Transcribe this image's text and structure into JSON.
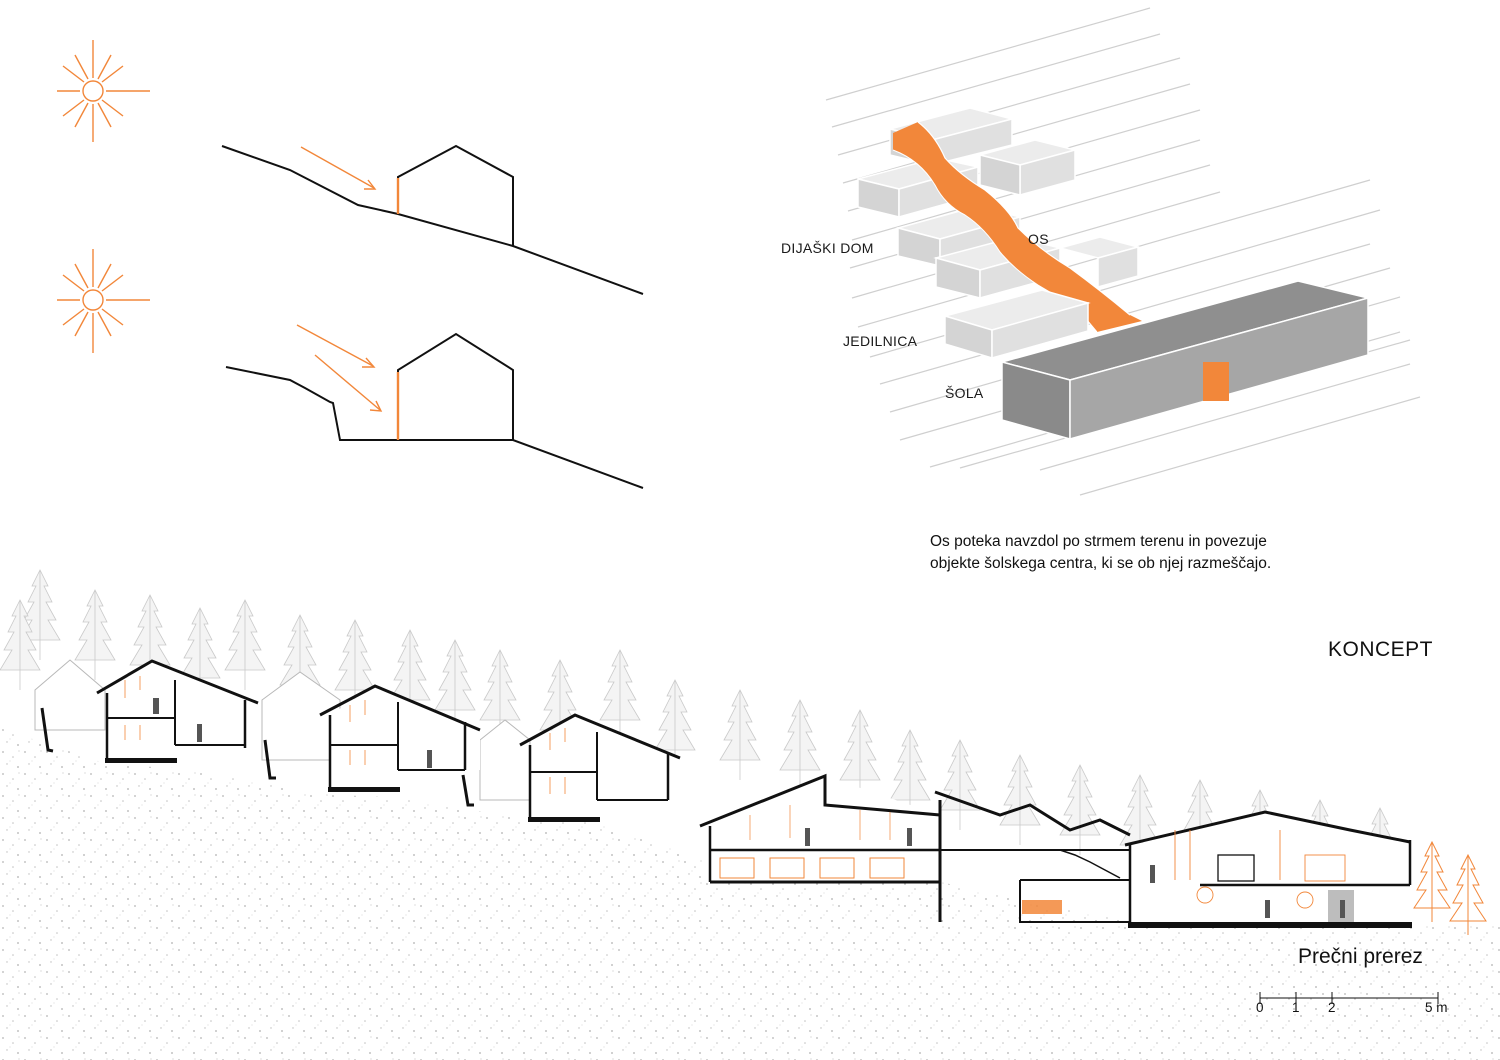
{
  "colors": {
    "accent": "#f2873a",
    "line": "#111111",
    "block_light": "#d9d9d9",
    "block_dark": "#999999",
    "hatch": "#c8c8c8"
  },
  "icons": [
    "sun-icon-top",
    "sun-icon-bottom"
  ],
  "axon": {
    "label_dom": "DIJAŠKI DOM",
    "label_os": "OS",
    "label_jedilnica": "JEDILNICA",
    "label_sola": "ŠOLA"
  },
  "caption": {
    "line1": "Os poteka navzdol po strmem terenu in povezuje",
    "line2": "objekte šolskega centra, ki se ob njej razmeščajo."
  },
  "koncept_title": "KONCEPT",
  "section_title": "Prečni prerez",
  "scale": {
    "ticks": [
      "0",
      "1",
      "2",
      "5 m"
    ]
  }
}
